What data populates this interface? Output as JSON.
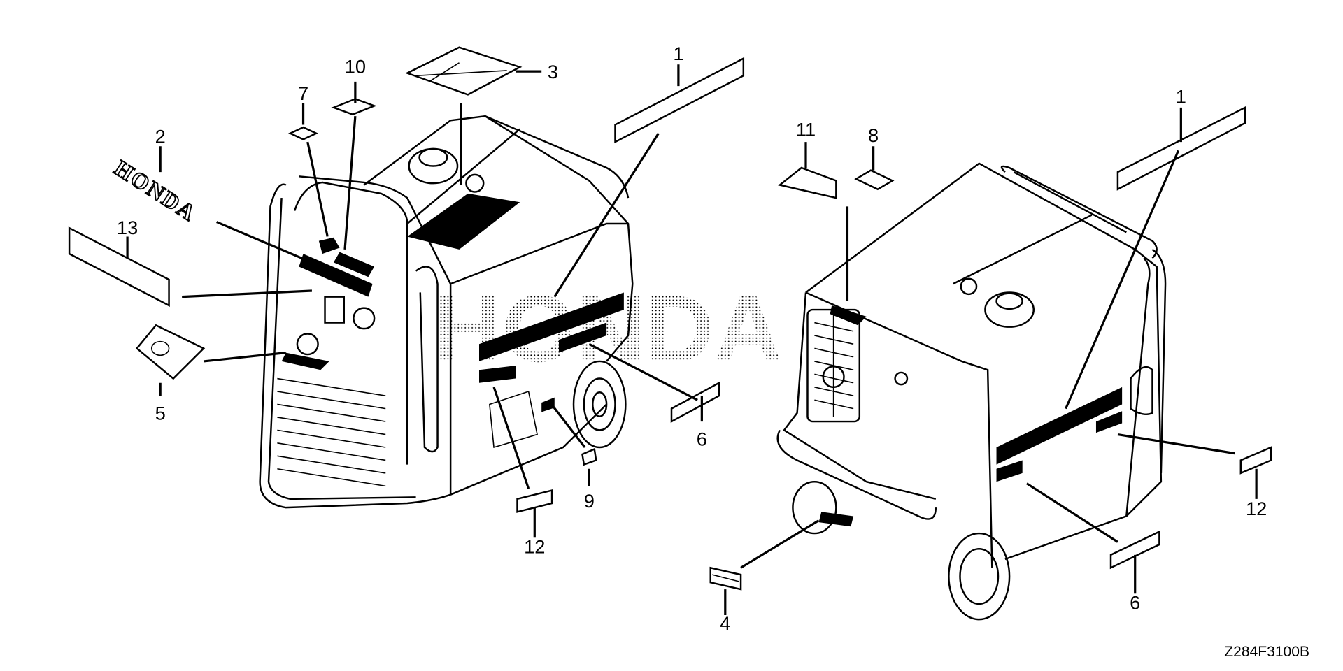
{
  "diagram": {
    "drawing_code": "Z284F3100B",
    "logo_decal_text": "HONDA",
    "watermark_text": "HONDA",
    "callouts_left": {
      "c1": "1",
      "c2": "2",
      "c3": "3",
      "c5": "5",
      "c6": "6",
      "c7": "7",
      "c9": "9",
      "c10": "10",
      "c12": "12",
      "c13": "13"
    },
    "callouts_right": {
      "c1": "1",
      "c4": "4",
      "c6": "6",
      "c8": "8",
      "c11": "11",
      "c12": "12"
    }
  }
}
